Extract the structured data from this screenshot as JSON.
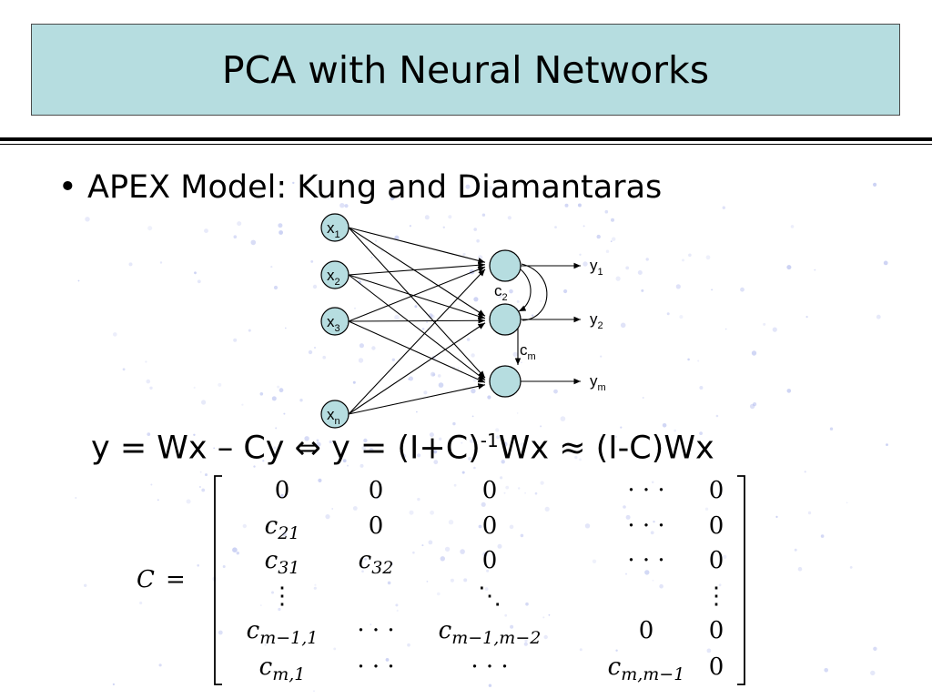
{
  "slide": {
    "title": "PCA with Neural Networks",
    "bullet": "APEX Model: Kung and Diamantaras"
  },
  "diagram": {
    "inputs": [
      {
        "base": "x",
        "sub": "1"
      },
      {
        "base": "x",
        "sub": "2"
      },
      {
        "base": "x",
        "sub": "3"
      },
      {
        "base": "x",
        "sub": "n"
      }
    ],
    "outputs": [
      {
        "base": "y",
        "sub": "1"
      },
      {
        "base": "y",
        "sub": "2"
      },
      {
        "base": "y",
        "sub": "m"
      }
    ],
    "lateral": [
      {
        "base": "c",
        "sub": "2"
      },
      {
        "base": "c",
        "sub": "m"
      }
    ]
  },
  "equation": {
    "part1": "y = Wx – Cy ",
    "equiv": "⇔",
    "part2": " y = (I+C)",
    "exp": "-1",
    "part3": "Wx ",
    "approx": "≈",
    "part4": " (I-C)Wx"
  },
  "matrix": {
    "lhs": "C",
    "eq": "=",
    "rows": [
      [
        {
          "t": "0"
        },
        {
          "t": "0"
        },
        {
          "t": "0"
        },
        {
          "t": "· · ·"
        },
        {
          "t": "0"
        }
      ],
      [
        {
          "c": "c",
          "s": "21"
        },
        {
          "t": "0"
        },
        {
          "t": "0"
        },
        {
          "t": "· · ·"
        },
        {
          "t": "0"
        }
      ],
      [
        {
          "c": "c",
          "s": "31"
        },
        {
          "c": "c",
          "s": "32"
        },
        {
          "t": "0"
        },
        {
          "t": "· · ·"
        },
        {
          "t": "0"
        }
      ],
      [
        {
          "t": "⋮"
        },
        {
          "t": ""
        },
        {
          "t": "⋱"
        },
        {
          "t": ""
        },
        {
          "t": "⋮"
        }
      ],
      [
        {
          "c": "c",
          "s": "m−1,1"
        },
        {
          "t": "· · ·"
        },
        {
          "c": "c",
          "s": "m−1,m−2"
        },
        {
          "t": "0"
        },
        {
          "t": "0"
        }
      ],
      [
        {
          "c": "c",
          "s": "m,1"
        },
        {
          "t": "· · ·"
        },
        {
          "t": "· · ·"
        },
        {
          "c": "c",
          "s": "m,m−1"
        },
        {
          "t": "0"
        }
      ]
    ]
  }
}
